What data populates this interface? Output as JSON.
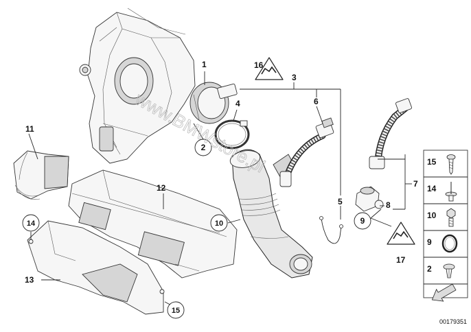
{
  "callouts": {
    "c1": "1",
    "c2": "2",
    "c3": "3",
    "c4": "4",
    "c5": "5",
    "c6": "6",
    "c7": "7",
    "c8": "8",
    "c9": "9",
    "c10": "10",
    "c11": "11",
    "c12": "12",
    "c13": "13",
    "c14": "14",
    "c15": "15",
    "c16": "16",
    "c17": "17"
  },
  "legend": {
    "items": [
      "15",
      "14",
      "10",
      "9",
      "2"
    ]
  },
  "watermark": "www.BMWstore.pl",
  "reference_number": "00179351",
  "colors": {
    "line": "#222222",
    "fill": "#f6f6f6",
    "shade": "#d6d6d6",
    "watermark": "#bdbdbd"
  },
  "icons": [
    "warning-triangle-icon",
    "screw-icon",
    "rivet-icon",
    "hex-bolt-icon",
    "o-ring-icon",
    "expanding-rivet-icon",
    "direction-arrow-icon"
  ]
}
